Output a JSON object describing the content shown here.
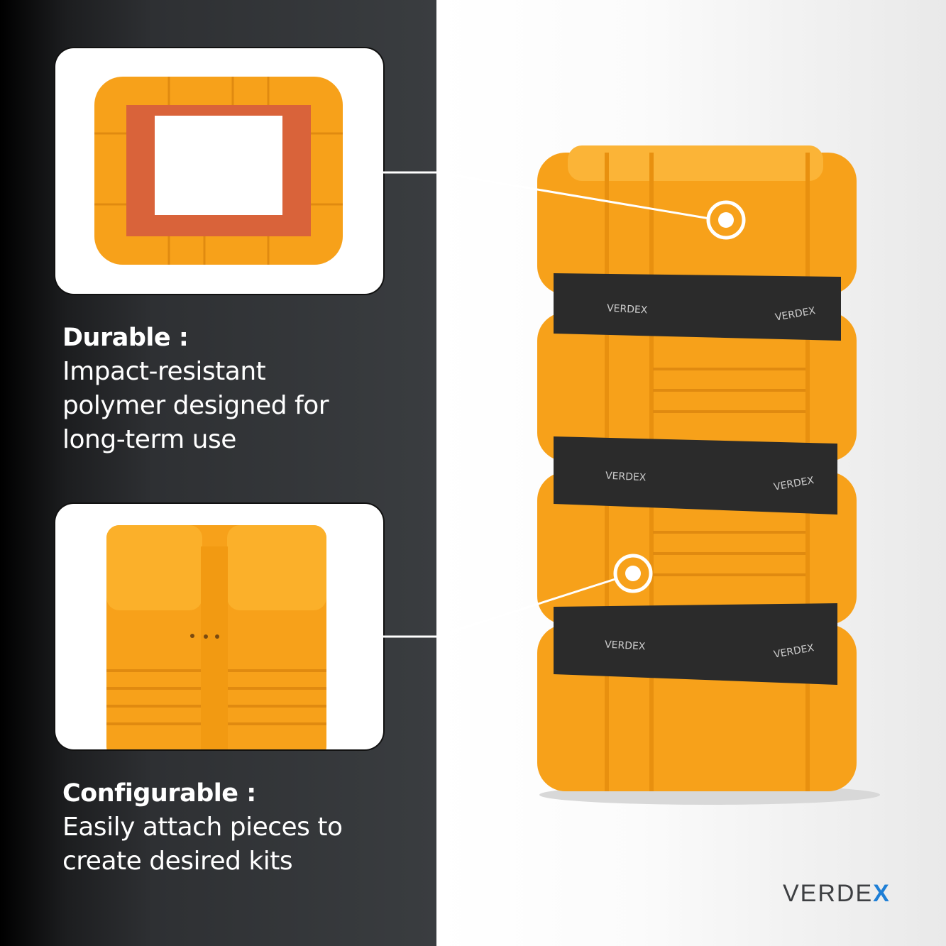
{
  "features": [
    {
      "title": "Durable :",
      "lines": [
        "Impact-resistant",
        "polymer designed for",
        "long-term use"
      ]
    },
    {
      "title": "Configurable :",
      "lines": [
        "Easily attach pieces to",
        "create desired kits"
      ]
    }
  ],
  "band_label": "VERDEX",
  "logo": {
    "text": "VERDE",
    "x": "X"
  },
  "colors": {
    "orange": "#f7a11a",
    "dark": "#2e3033",
    "band": "#2b2b2b",
    "accent": "#1e7fd6"
  }
}
